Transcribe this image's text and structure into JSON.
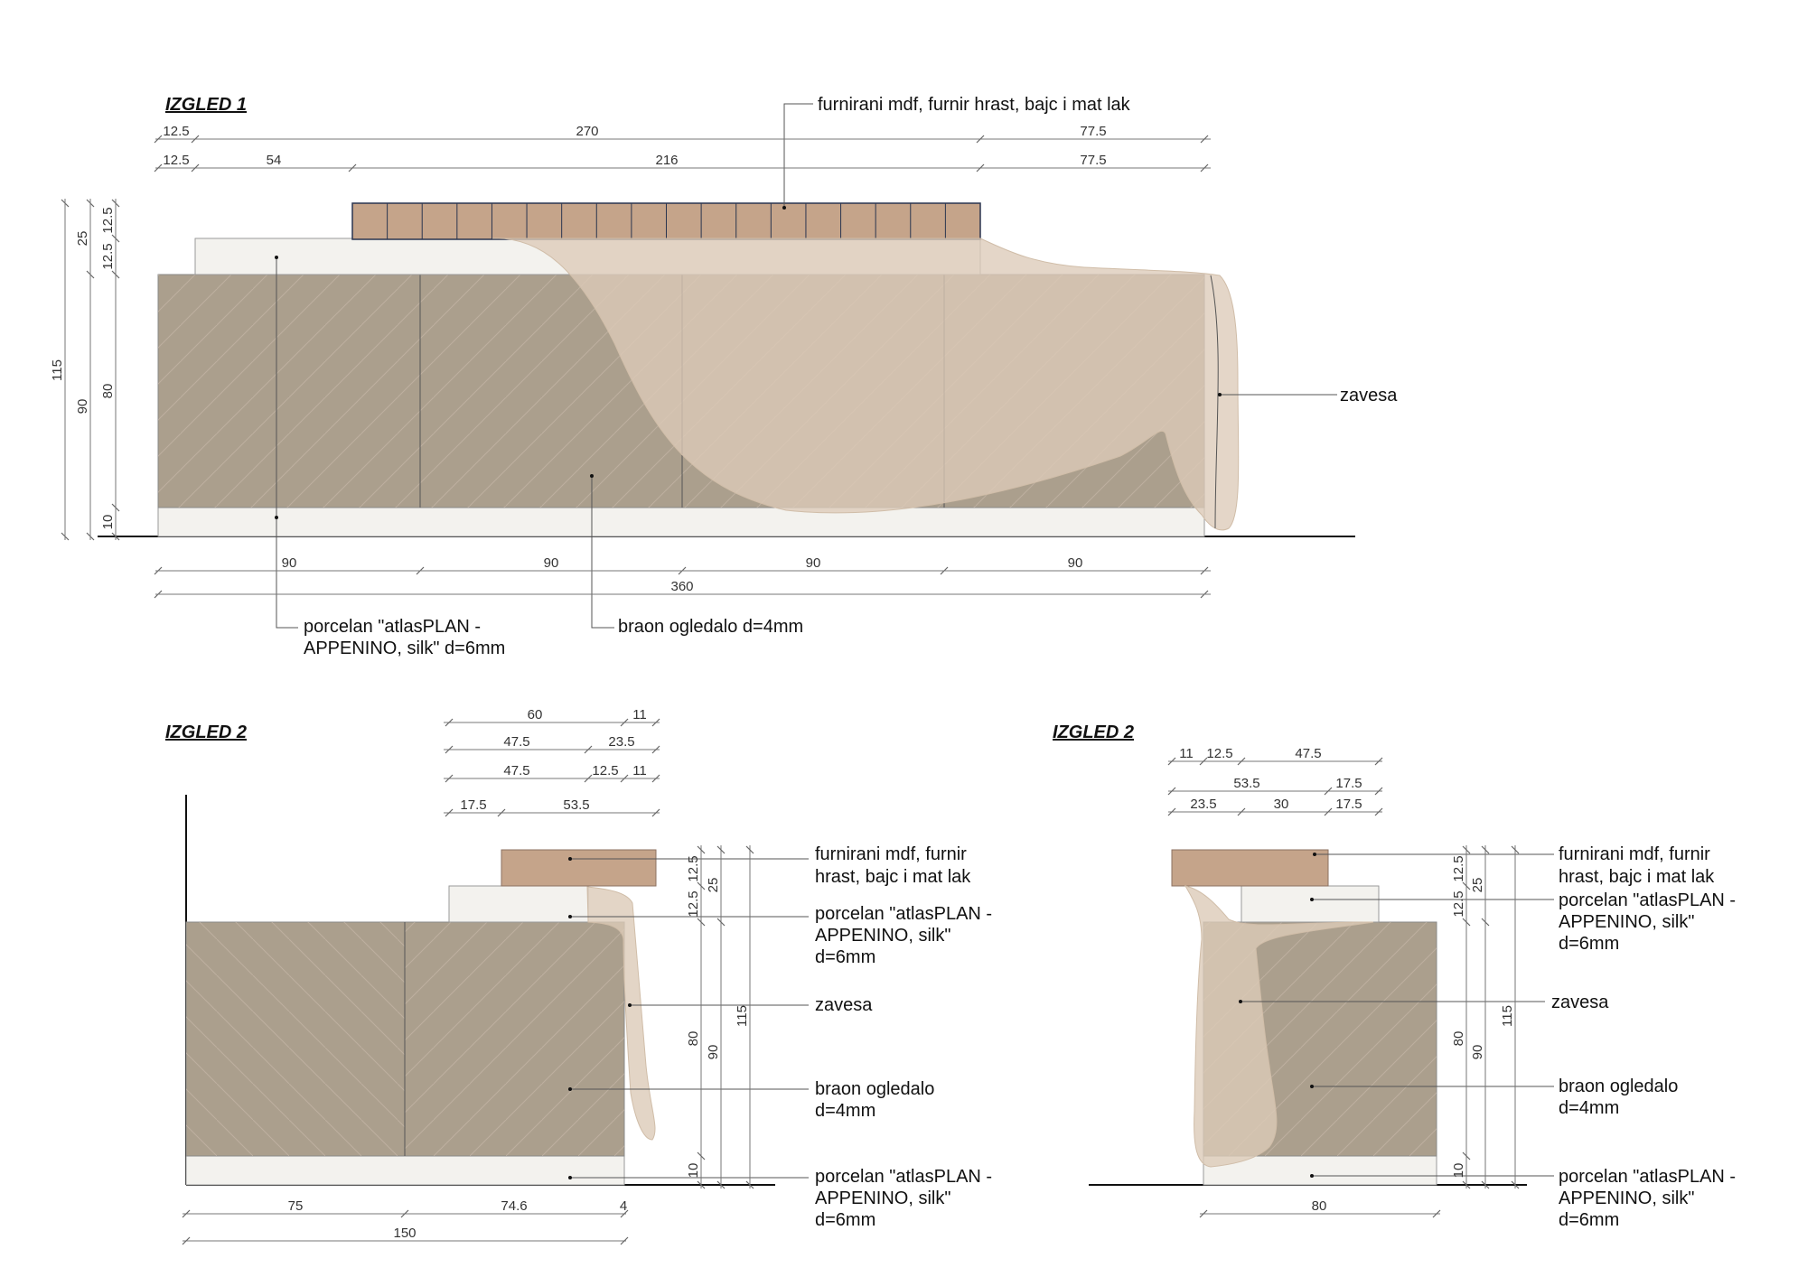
{
  "views": {
    "v1": {
      "title": "IZGLED 1",
      "labels": {
        "wood": "furnirani mdf, furnir hrast, bajc i mat lak",
        "curtain": "zavesa",
        "porcelain_l1": "porcelan \"atlasPLAN -",
        "porcelain_l2": "APPENINO, silk\" d=6mm",
        "mirror": "braon ogledalo d=4mm"
      },
      "dims_top": [
        "12.5",
        "270",
        "77.5"
      ],
      "dims_top2": [
        "12.5",
        "54",
        "216",
        "77.5"
      ],
      "dims_left_outer": [
        "115"
      ],
      "dims_left_mid": [
        "25",
        "90"
      ],
      "dims_left_inner": [
        "12.5",
        "12.5",
        "80",
        "10"
      ],
      "dims_bottom": [
        "90",
        "90",
        "90",
        "90"
      ],
      "dims_total": "360"
    },
    "v2": {
      "title": "IZGLED 2",
      "labels": {
        "wood_l1": "furnirani mdf, furnir",
        "wood_l2": "hrast, bajc i mat lak",
        "porc_top_l1": "porcelan \"atlasPLAN -",
        "porc_top_l2": "APPENINO, silk\"",
        "porc_top_l3": "d=6mm",
        "curtain": "zavesa",
        "mirror_l1": "braon ogledalo",
        "mirror_l2": "d=4mm",
        "porc_bot_l1": "porcelan \"atlasPLAN -",
        "porc_bot_l2": "APPENINO, silk\"",
        "porc_bot_l3": "d=6mm"
      },
      "dims_top1": [
        "60",
        "11"
      ],
      "dims_top2": [
        "47.5",
        "23.5"
      ],
      "dims_top3": [
        "47.5",
        "12.5",
        "11"
      ],
      "dims_top4": [
        "17.5",
        "53.5"
      ],
      "dims_right_a": [
        "12.5",
        "12.5",
        "80",
        "10"
      ],
      "dims_right_b": [
        "25",
        "90"
      ],
      "dims_right_c": [
        "115"
      ],
      "dims_bottom": [
        "75",
        "74.6",
        "4"
      ],
      "dims_total": "150"
    },
    "v3": {
      "title": "IZGLED 2",
      "labels": {
        "wood_l1": "furnirani mdf, furnir",
        "wood_l2": "hrast, bajc i mat lak",
        "porc_top_l1": "porcelan \"atlasPLAN -",
        "porc_top_l2": "APPENINO, silk\"",
        "porc_top_l3": "d=6mm",
        "curtain": "zavesa",
        "mirror_l1": "braon ogledalo",
        "mirror_l2": "d=4mm",
        "porc_bot_l1": "porcelan \"atlasPLAN -",
        "porc_bot_l2": "APPENINO, silk\"",
        "porc_bot_l3": "d=6mm"
      },
      "dims_top1": [
        "11",
        "12.5",
        "47.5"
      ],
      "dims_top2": [
        "53.5",
        "17.5"
      ],
      "dims_top3": [
        "23.5",
        "30",
        "17.5"
      ],
      "dims_right_a": [
        "12.5",
        "12.5",
        "80",
        "10"
      ],
      "dims_right_b": [
        "25",
        "90"
      ],
      "dims_right_c": [
        "115"
      ],
      "dims_bottom": [
        "80"
      ]
    }
  }
}
